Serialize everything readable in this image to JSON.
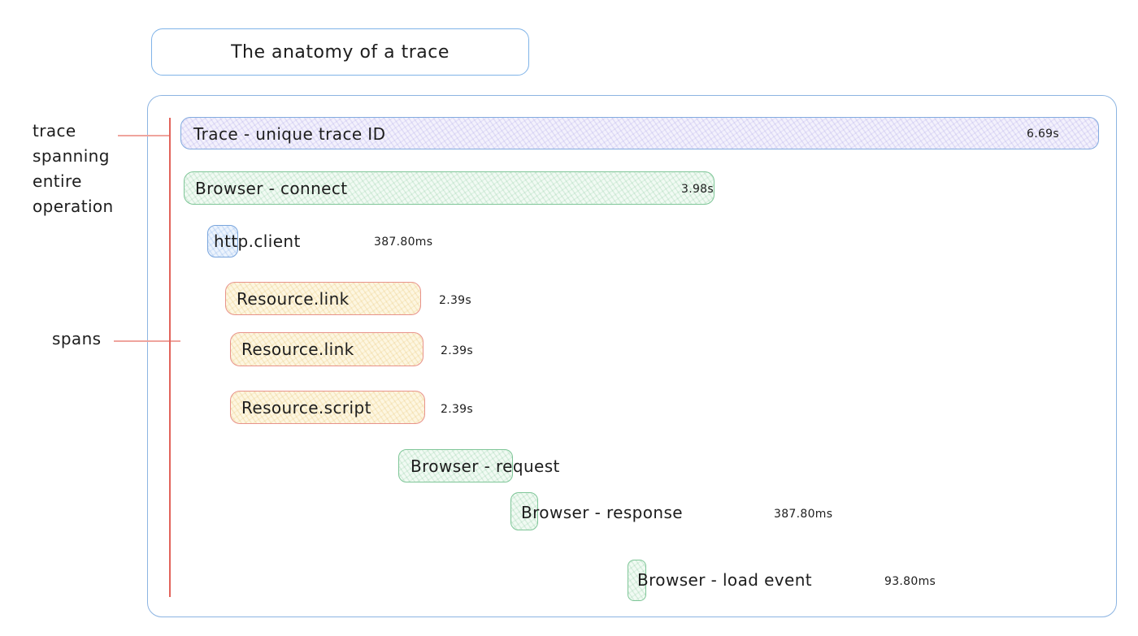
{
  "title": {
    "text": "The anatomy of a trace"
  },
  "annotations": {
    "trace_note": "trace\nspanning\nentire\noperation",
    "spans_note": "spans"
  },
  "rows": {
    "trace": {
      "label": "Trace - unique trace ID",
      "duration": "6.69s"
    },
    "connect": {
      "label": "Browser - connect",
      "duration": "3.98s"
    },
    "http_client": {
      "label": "http.client",
      "duration": "387.80ms"
    },
    "resource_link_1": {
      "label": "Resource.link",
      "duration": "2.39s"
    },
    "resource_link_2": {
      "label": "Resource.link",
      "duration": "2.39s"
    },
    "resource_script": {
      "label": "Resource.script",
      "duration": "2.39s"
    },
    "request": {
      "label": "Browser - request"
    },
    "response": {
      "label": "Browser - response",
      "duration": "387.80ms"
    },
    "load_event": {
      "label": "Browser - load event",
      "duration": "93.80ms"
    }
  },
  "colors": {
    "frame_border": "#8cb4e2",
    "trace_fill": "#f3f1fc",
    "trace_border": "#83abdf",
    "green_fill": "#f1faf3",
    "green_border": "#7fc698",
    "yellow_fill": "#fdf6e1",
    "yellow_border": "#e8938b",
    "blue_fill": "#ecf3fc",
    "blue_border": "#79a5dd",
    "annotation_line": "#e2635b",
    "text": "#1d1d1d"
  }
}
